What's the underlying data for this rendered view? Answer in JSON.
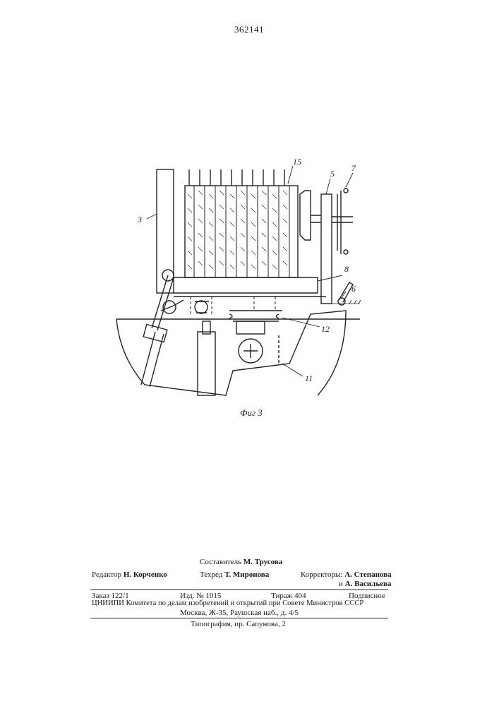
{
  "patent_number": "362141",
  "figure": {
    "caption": "Фиг 3",
    "callouts": [
      "3",
      "15",
      "5",
      "7",
      "8",
      "6",
      "12",
      "11"
    ]
  },
  "imprint": {
    "compiler_label": "Составитель",
    "compiler_name": "М. Трусова",
    "editor_label": "Редактор",
    "editor_name": "Н. Корченко",
    "techred_label": "Техред",
    "techred_name": "Т. Миронова",
    "correctors_label": "Корректоры:",
    "corrector_1": "А. Степанова",
    "corrector_2_prefix": "и",
    "corrector_2": "А. Васильева",
    "order": "Заказ 122/1",
    "edition": "Изд. № 1015",
    "circulation": "Тираж 404",
    "subscription": "Подписное",
    "org_line": "ЦНИИПИ Комитета по делам изобретений и открытий при Совете Министров СССР",
    "address_line": "Москва, Ж-35, Раушская наб., д. 4/5",
    "printing_line": "Типография, пр. Сапунова, 2"
  }
}
